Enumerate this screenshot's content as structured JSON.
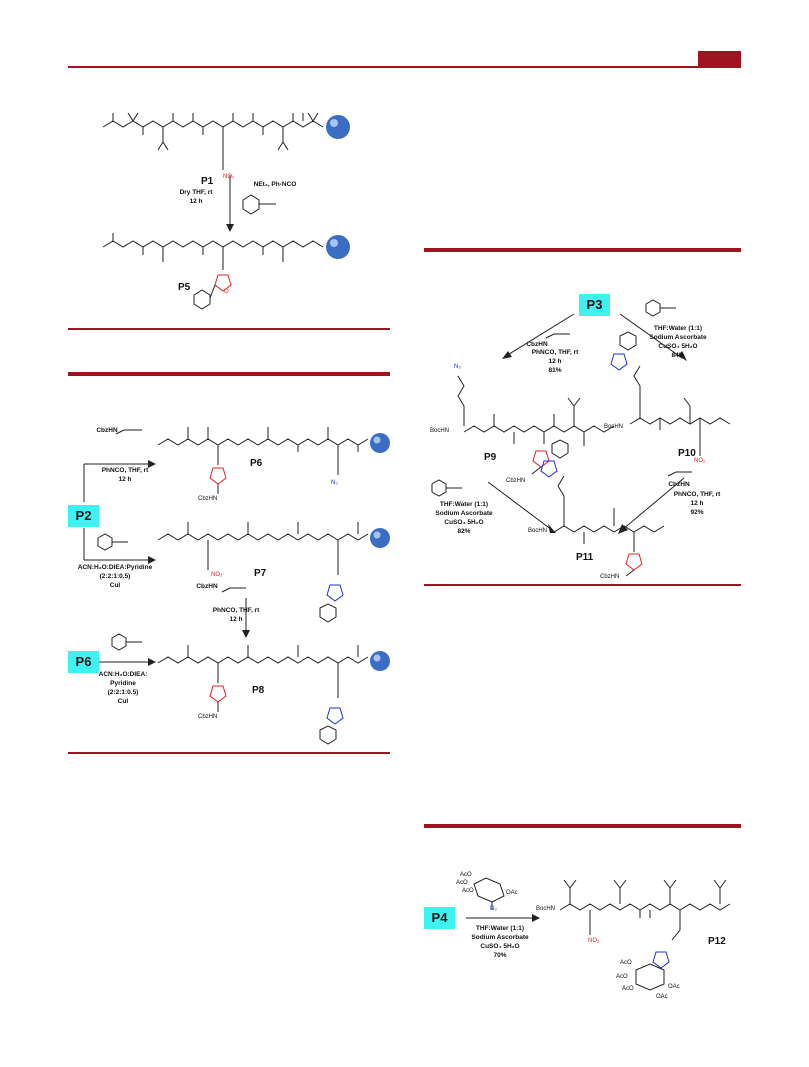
{
  "scheme1": {
    "compound_top": "P1",
    "conditions_left": "Dry THF, rt\n12 h",
    "conditions_right": "NEt₃, Ph-NCO",
    "nitro_label": "NO₂",
    "compound_bottom": "P5",
    "ring_label": "O"
  },
  "scheme2": {
    "start_tag": "P2",
    "cond_a_reagent": "CbzHN",
    "cond_a": "PhNCO, THF, rt\n12 h",
    "cond_b": "ACN:H₂O:DIEA:Pyridine\n(2:2:1:0.5)\nCuI",
    "product_a": "P6",
    "azide_a": "N₃",
    "product_b": "P7",
    "nitro_b": "NO₂",
    "cond_c_reagent": "CbzHN",
    "cond_c": "PhNCO, THF, rt\n12 h",
    "start_tag2": "P6",
    "cond_d": "ACN:H₂O:DIEA:\nPyridine\n(2:2:1:0.5)\nCuI",
    "product_c": "P8",
    "cbz_label": "CbzHN"
  },
  "scheme3": {
    "start_tag": "P3",
    "cond_left_reagent": "CbzHN",
    "cond_left": "PhNCO, THF, rt\n12 h\n81%",
    "cond_right": "THF:Water (1:1)\nSodium Ascorbate\nCuSO₄ 5H₂O\n84%",
    "product_left": "P9",
    "product_right": "P10",
    "cond_ll": "THF:Water (1:1)\nSodium Ascorbate\nCuSO₄ 5H₂O\n82%",
    "cond_rr_reagent": "CbzHN",
    "cond_rr": "PhNCO, THF, rt\n12 h\n92%",
    "product_final": "P11",
    "boc": "BocHN",
    "azide": "N₃",
    "nitro": "NO₂",
    "cbz": "CbzHN"
  },
  "scheme4": {
    "start_tag": "P4",
    "sugar_labels": [
      "AcO",
      "AcO",
      "AcO",
      "OAc",
      "N₃"
    ],
    "conditions": "THF:Water (1:1)\nSodium Ascorbate\nCuSO₄ 5H₂O\n70%",
    "product": "P12",
    "boc": "BocHN",
    "nitro": "NO₂",
    "ac_labels": [
      "AcO",
      "AcO",
      "AcO",
      "OAc",
      "OAc"
    ]
  },
  "colors": {
    "accent": "#a0131f",
    "tag": "#3ef2f2",
    "red": "#e0221f",
    "blue": "#1f2fd6",
    "bead": "#3a6ec4"
  }
}
